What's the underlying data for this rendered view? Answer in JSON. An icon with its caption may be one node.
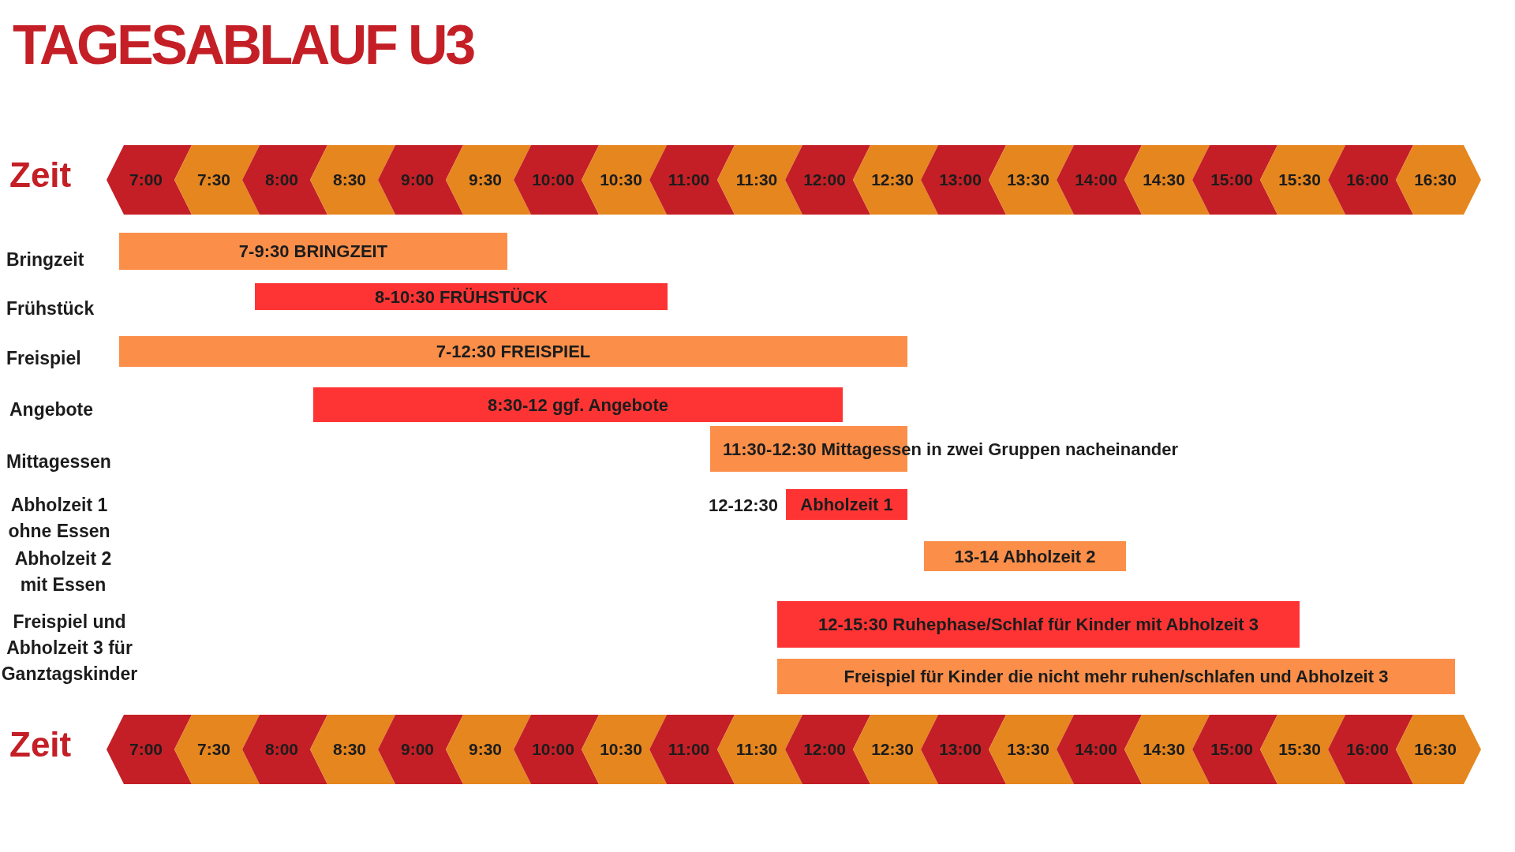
{
  "diagram": {
    "title": "TAGESABLAUF U3",
    "nodes": [
      {
        "text": [
          "7:00"
        ]
      },
      {
        "text": [
          "7:30"
        ]
      },
      {
        "text": [
          "8:00"
        ]
      },
      {
        "text": [
          "8:30"
        ]
      },
      {
        "text": [
          "9:00"
        ]
      },
      {
        "text": [
          "9:30"
        ]
      },
      {
        "text": [
          "10:00"
        ]
      },
      {
        "text": [
          "10:30"
        ]
      },
      {
        "text": [
          "11:00"
        ]
      },
      {
        "text": [
          "11:30"
        ]
      },
      {
        "text": [
          "12:00"
        ]
      },
      {
        "text": [
          "12:30"
        ]
      },
      {
        "text": [
          "13:00"
        ]
      },
      {
        "text": [
          "13:30"
        ]
      },
      {
        "text": [
          "14:00"
        ]
      },
      {
        "text": [
          "14:30"
        ]
      },
      {
        "text": [
          "15:00"
        ]
      },
      {
        "text": [
          "15:30"
        ]
      },
      {
        "text": [
          "16:00"
        ]
      },
      {
        "text": [
          "16:30"
        ]
      },
      {
        "text": [
          "7-9:30 BRINGZEIT"
        ]
      },
      {
        "text": [
          "8-10:30 FRÜHSTÜCK"
        ]
      },
      {
        "text": [
          "7-12:30 FREISPIEL"
        ]
      },
      {
        "text": [
          "8:30-12 ggf. Angebote"
        ]
      },
      {
        "text": [
          "11:30-12:30 Mittagessen in zwei Gruppen nacheinander"
        ]
      },
      {
        "text": [
          "Abholzeit 1"
        ],
        "beside": [
          "12-12:30"
        ]
      },
      {
        "text": [
          "13-14 Abholzeit 2"
        ]
      },
      {
        "text": [
          "12-15:30 Ruhephase/Schlaf für Kinder mit Abholzeit 3"
        ]
      },
      {
        "text": [
          "Freispiel für Kinder die nicht mehr ruhen/schlafen und Abholzeit 3"
        ]
      },
      {
        "text": [
          "7:00"
        ]
      },
      {
        "text": [
          "7:30"
        ]
      },
      {
        "text": [
          "8:00"
        ]
      },
      {
        "text": [
          "8:30"
        ]
      },
      {
        "text": [
          "9:00"
        ]
      },
      {
        "text": [
          "9:30"
        ]
      },
      {
        "text": [
          "10:00"
        ]
      },
      {
        "text": [
          "10:30"
        ]
      },
      {
        "text": [
          "11:00"
        ]
      },
      {
        "text": [
          "11:30"
        ]
      },
      {
        "text": [
          "12:00"
        ]
      },
      {
        "text": [
          "12:30"
        ]
      },
      {
        "text": [
          "13:00"
        ]
      },
      {
        "text": [
          "13:30"
        ]
      },
      {
        "text": [
          "14:00"
        ]
      },
      {
        "text": [
          "14:30"
        ]
      },
      {
        "text": [
          "15:00"
        ]
      },
      {
        "text": [
          "15:30"
        ]
      },
      {
        "text": [
          "16:00"
        ]
      },
      {
        "text": [
          "16:30"
        ]
      }
    ],
    "labels": [
      "Zeit",
      "Bringzeit",
      "Frühstück",
      "Freispiel",
      "Angebote",
      "Mittagessen",
      "Abholzeit 1 ohne Essen",
      "Abholzeit 2 mit Essen",
      "Freispiel und Abholzeit 3 für Ganztagskinder",
      "Zeit"
    ]
  }
}
